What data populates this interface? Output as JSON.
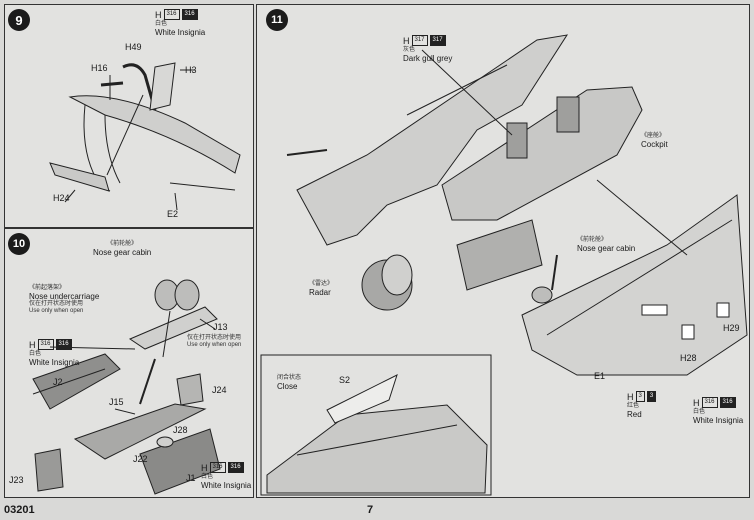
{
  "page": {
    "catalog_code": "03201",
    "page_number": "7"
  },
  "step9": {
    "number": "9",
    "paint": {
      "letter": "H",
      "codes": [
        "316",
        "316"
      ],
      "cn": "白色",
      "name": "White Insignia"
    },
    "parts": {
      "h49": "H49",
      "h16": "H16",
      "h3": "H3",
      "h24": "H24",
      "e2": "E2"
    }
  },
  "step10": {
    "number": "10",
    "nose_gear_cabin": {
      "cn": "《前轮舱》",
      "name": "Nose gear cabin"
    },
    "nose_undercarriage": {
      "cn": "《前起落架》",
      "name": "Nose undercarriage",
      "note_cn": "仅在打开状态时使用",
      "note": "Use only when open"
    },
    "j13_note": {
      "cn": "仅在打开状态时使用",
      "name": "Use only when open"
    },
    "paint_top": {
      "letter": "H",
      "codes": [
        "316",
        "316"
      ],
      "cn": "白色",
      "name": "White Insignia"
    },
    "paint_bottom": {
      "letter": "H",
      "codes": [
        "316",
        "316"
      ],
      "cn": "白色",
      "name": "White Insignia"
    },
    "parts": {
      "j13": "J13",
      "j2": "J2",
      "j24": "J24",
      "j15": "J15",
      "j28": "J28",
      "j22": "J22",
      "j23": "J23",
      "j1": "J1"
    }
  },
  "step11": {
    "number": "11",
    "paint_grey": {
      "letter": "H",
      "codes": [
        "317",
        "317"
      ],
      "cn": "灰色",
      "name": "Dark gull grey"
    },
    "cockpit": {
      "cn": "《座舱》",
      "name": "Cockpit"
    },
    "nose_gear_cabin": {
      "cn": "《前轮舱》",
      "name": "Nose gear cabin"
    },
    "radar": {
      "cn": "《雷达》",
      "name": "Radar"
    },
    "close": {
      "cn": "闭合状态",
      "name": "Close"
    },
    "paint_red": {
      "letter": "H",
      "codes": [
        "3",
        "3"
      ],
      "cn": "红色",
      "name": "Red"
    },
    "paint_white": {
      "letter": "H",
      "codes": [
        "316",
        "316"
      ],
      "cn": "白色",
      "name": "White Insignia"
    },
    "parts": {
      "s2": "S2",
      "h29": "H29",
      "h28": "H28",
      "e1": "E1"
    }
  }
}
